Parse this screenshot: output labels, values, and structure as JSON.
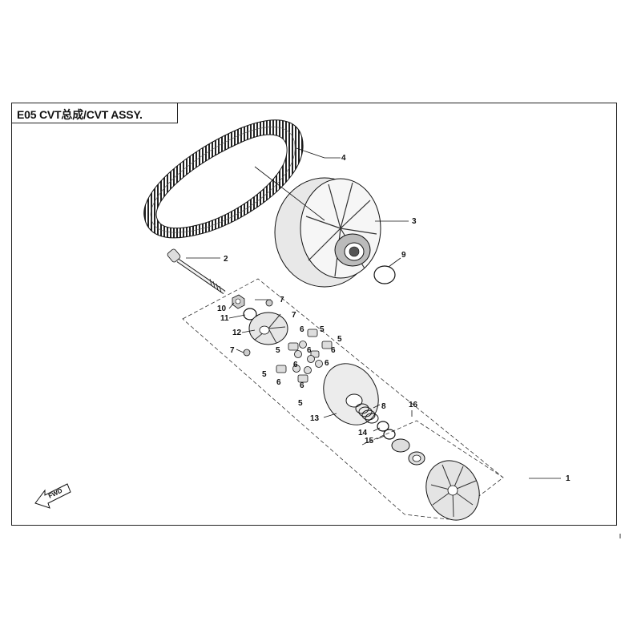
{
  "title": "E05 CVT总成/CVT ASSY.",
  "fwd_label": "FWD",
  "callouts": [
    "1",
    "2",
    "3",
    "4",
    "5",
    "6",
    "7",
    "8",
    "9",
    "10",
    "11",
    "12",
    "13",
    "14",
    "15",
    "16"
  ],
  "icons": [
    "fwd-arrow-icon"
  ]
}
